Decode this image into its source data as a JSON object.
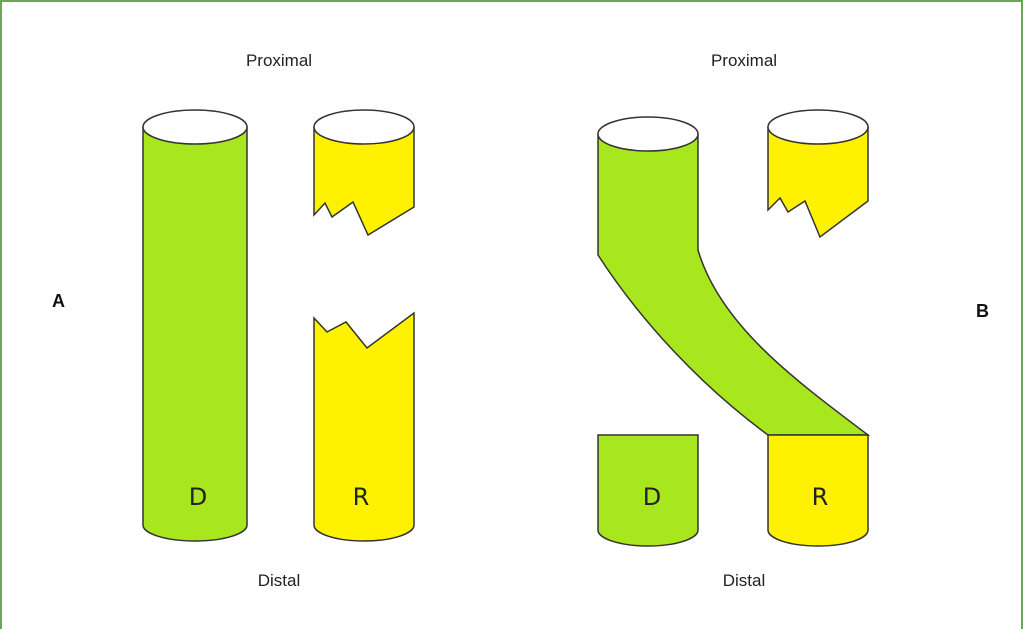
{
  "panel_a": {
    "letter": "A",
    "top_label": "Proximal",
    "bottom_label": "Distal",
    "donor_letter": "D",
    "recipient_letter": "R"
  },
  "panel_b": {
    "letter": "B",
    "top_label": "Proximal",
    "bottom_label": "Distal",
    "donor_letter": "D",
    "recipient_letter": "R"
  },
  "colors": {
    "donor": "#a8e61d",
    "recipient": "#fff200",
    "outline": "#333333",
    "frame": "#6aa84f"
  }
}
